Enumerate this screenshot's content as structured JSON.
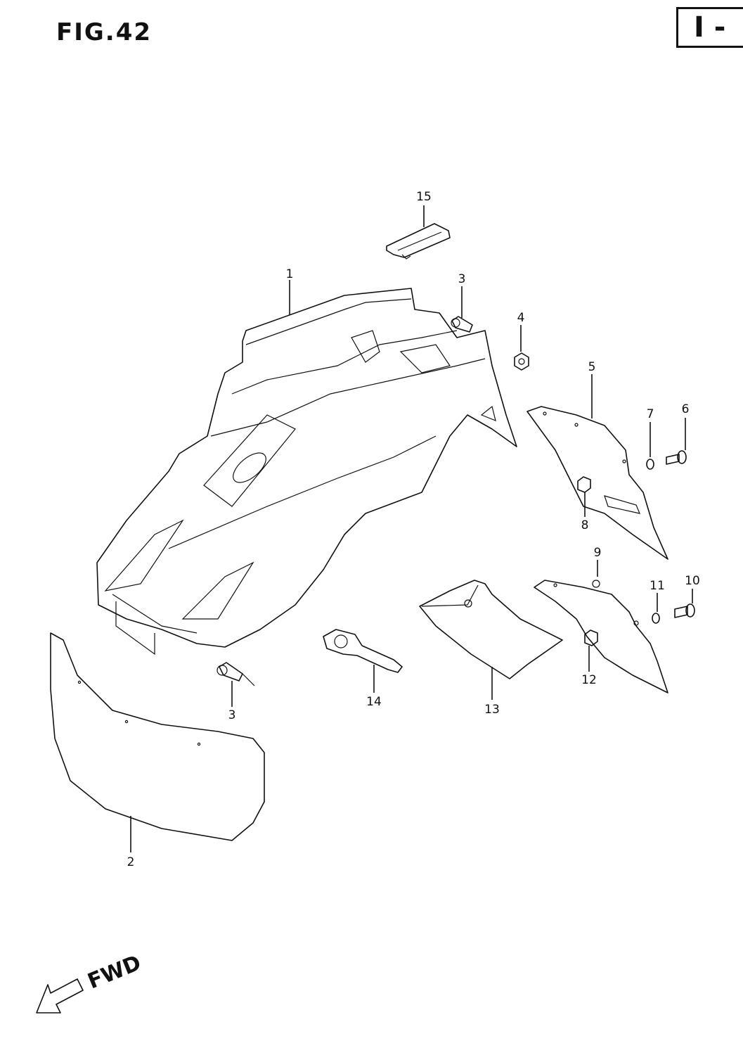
{
  "figure": {
    "title": "FIG.42",
    "page_code": "I -"
  },
  "callouts": [
    {
      "id": "c15",
      "text": "15"
    },
    {
      "id": "c1",
      "text": "1"
    },
    {
      "id": "c3a",
      "text": "3"
    },
    {
      "id": "c4",
      "text": "4"
    },
    {
      "id": "c5",
      "text": "5"
    },
    {
      "id": "c7",
      "text": "7"
    },
    {
      "id": "c6",
      "text": "6"
    },
    {
      "id": "c8",
      "text": "8"
    },
    {
      "id": "c9",
      "text": "9"
    },
    {
      "id": "c11",
      "text": "11"
    },
    {
      "id": "c10",
      "text": "10"
    },
    {
      "id": "c12",
      "text": "12"
    },
    {
      "id": "c3b",
      "text": "3"
    },
    {
      "id": "c14",
      "text": "14"
    },
    {
      "id": "c13",
      "text": "13"
    },
    {
      "id": "c2",
      "text": "2"
    }
  ],
  "direction": {
    "label": "FWD"
  }
}
